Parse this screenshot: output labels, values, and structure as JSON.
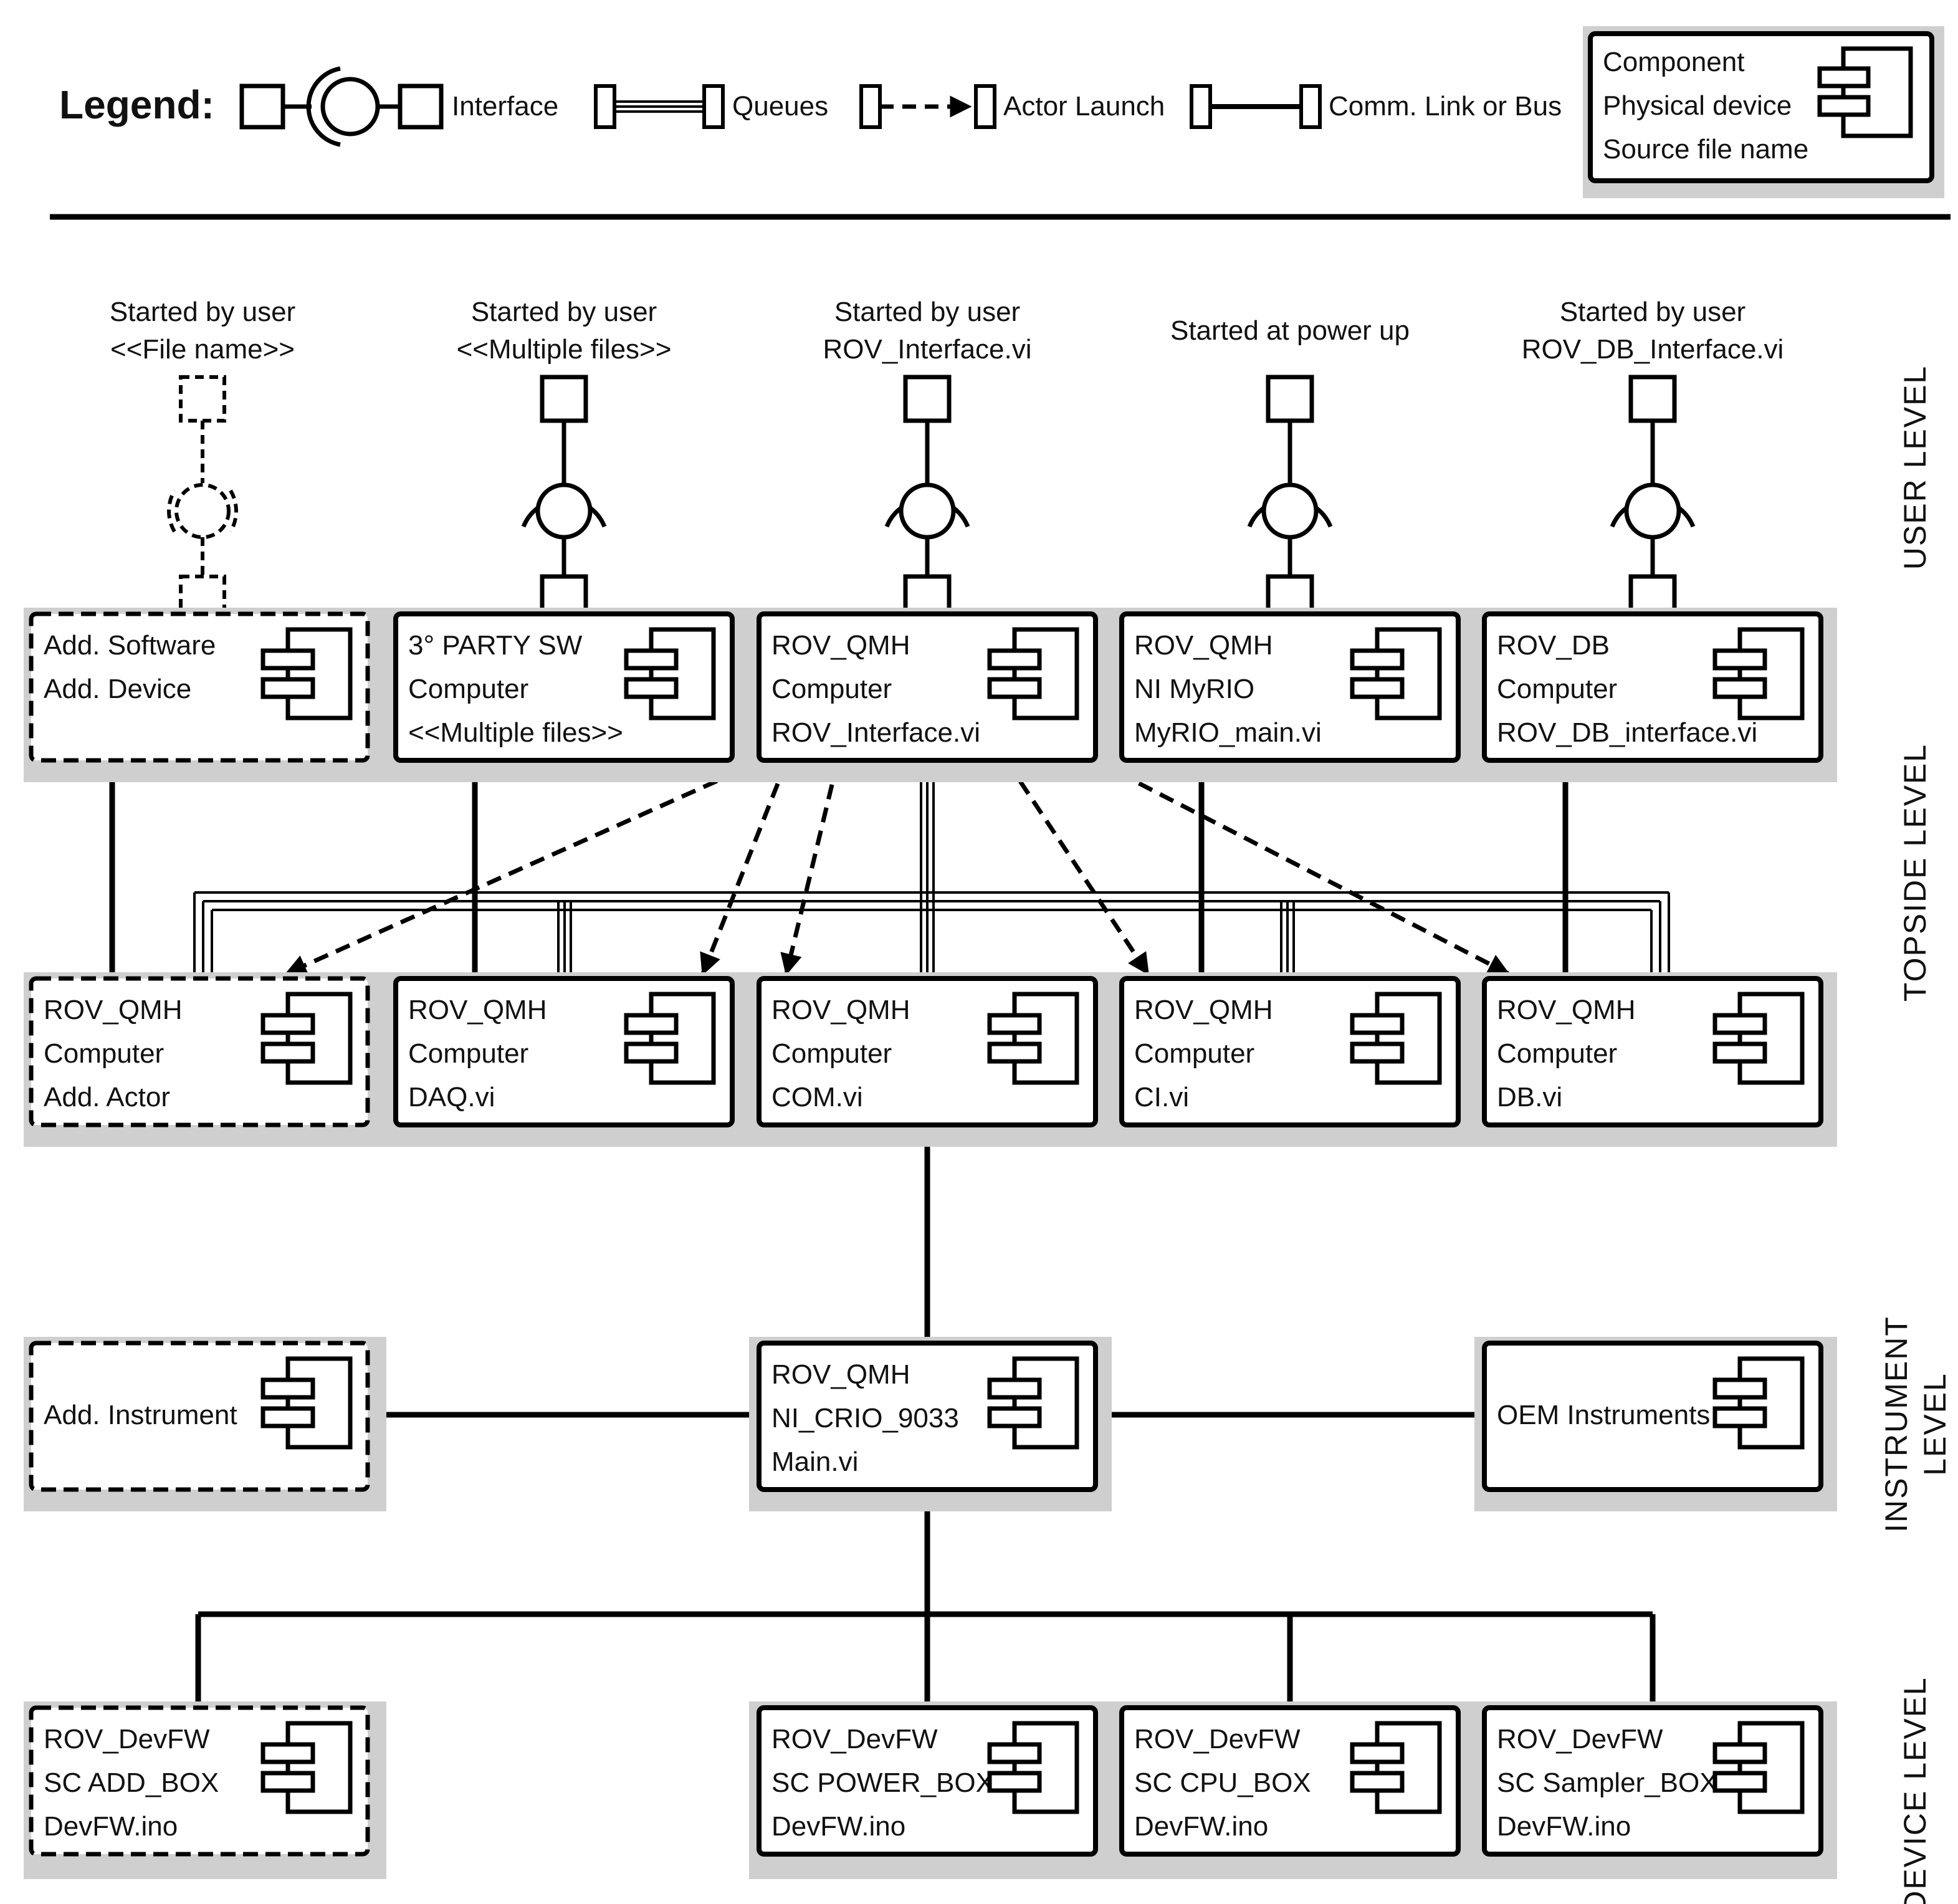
{
  "legend": {
    "title": "Legend:",
    "interface_label": "Interface",
    "queues_label": "Queues",
    "actor_launch_label": "Actor Launch",
    "comm_link_label": "Comm. Link or Bus",
    "component_box": [
      "Component",
      "Physical device",
      "Source file name"
    ]
  },
  "starters": [
    {
      "id": "s1",
      "line1": "Started by user",
      "line2": "<<File name>>"
    },
    {
      "id": "s2",
      "line1": "Started by user",
      "line2": "<<Multiple files>>"
    },
    {
      "id": "s3",
      "line1": "Started by user",
      "line2": "ROV_Interface.vi"
    },
    {
      "id": "s4",
      "line1": "Started at power up",
      "line2": ""
    },
    {
      "id": "s5",
      "line1": "Started by user",
      "line2": "ROV_DB_Interface.vi"
    }
  ],
  "levels": {
    "user": "USER LEVEL",
    "topside": "TOPSIDE LEVEL",
    "instrument_1": "INSTRUMENT",
    "instrument_2": "LEVEL",
    "device": "DEVICE LEVEL"
  },
  "components": {
    "add_software": [
      "Add. Software",
      "Add. Device"
    ],
    "party_sw": [
      "3° PARTY SW",
      "Computer",
      "<<Multiple files>>"
    ],
    "rov_interface": [
      "ROV_QMH",
      "Computer",
      "ROV_Interface.vi"
    ],
    "myrio": [
      "ROV_QMH",
      "NI MyRIO",
      "MyRIO_main.vi"
    ],
    "rov_db_interface": [
      "ROV_DB",
      "Computer",
      "ROV_DB_interface.vi"
    ],
    "add_actor": [
      "ROV_QMH",
      "Computer",
      "Add. Actor"
    ],
    "daq": [
      "ROV_QMH",
      "Computer",
      "DAQ.vi"
    ],
    "com": [
      "ROV_QMH",
      "Computer",
      "COM.vi"
    ],
    "ci": [
      "ROV_QMH",
      "Computer",
      "CI.vi"
    ],
    "db": [
      "ROV_QMH",
      "Computer",
      "DB.vi"
    ],
    "add_instrument": [
      "Add. Instrument"
    ],
    "crio": [
      "ROV_QMH",
      "NI_CRIO_9033",
      "Main.vi"
    ],
    "oem": [
      "OEM Instruments"
    ],
    "add_box": [
      "ROV_DevFW",
      "SC ADD_BOX",
      "DevFW.ino"
    ],
    "power_box": [
      "ROV_DevFW",
      "SC POWER_BOX",
      "DevFW.ino"
    ],
    "cpu_box": [
      "ROV_DevFW",
      "SC CPU_BOX",
      "DevFW.ino"
    ],
    "sampler_box": [
      "ROV_DevFW",
      "SC Sampler_BOX",
      "DevFW.ino"
    ]
  }
}
